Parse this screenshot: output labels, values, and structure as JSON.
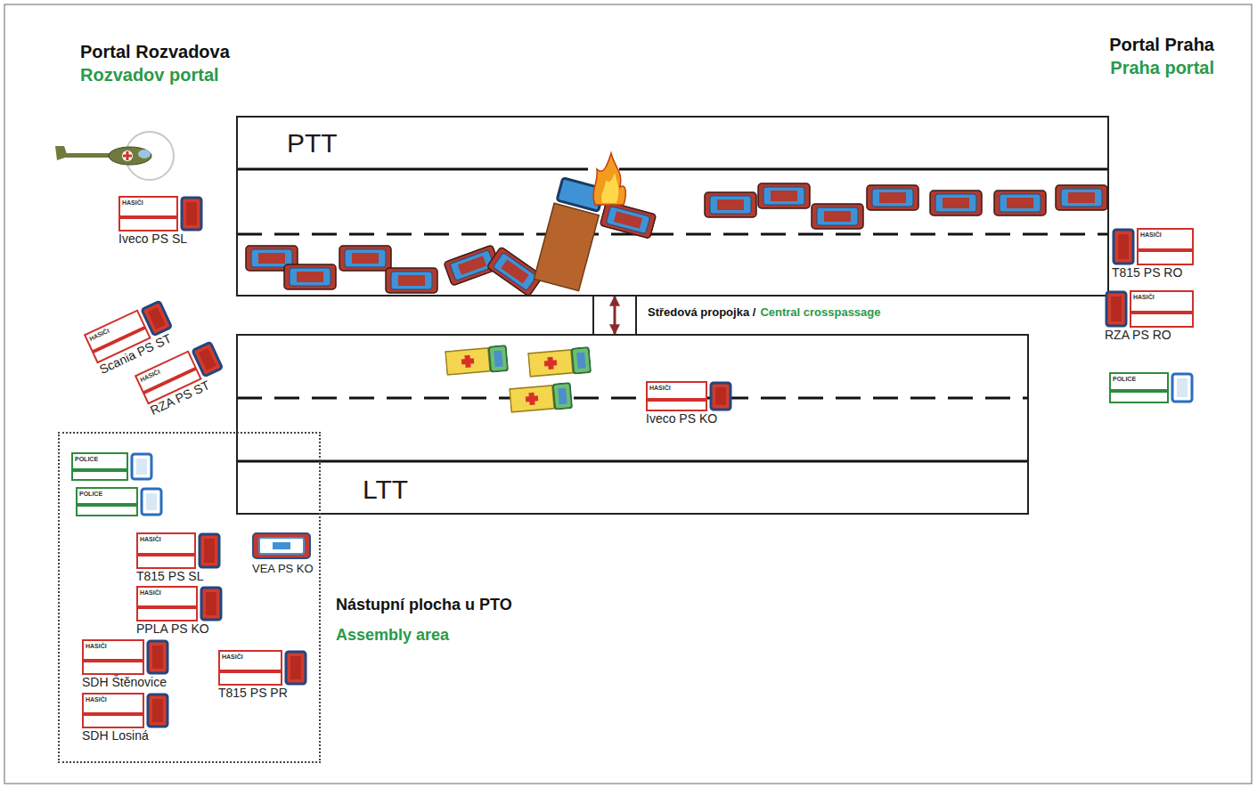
{
  "diagram": {
    "nodes": [
      {
        "text": [
          "PTT"
        ]
      },
      {
        "text": [
          "Středová propojka /",
          "Central crosspassage"
        ]
      },
      {
        "text": [
          "LTT"
        ]
      },
      {
        "text": [
          "HASIČI",
          "Iveco PS KO"
        ],
        "in": 2
      },
      {
        "text": [
          "Nástupní plocha u PTO",
          "Assembly area"
        ]
      },
      {
        "text": [
          "POLICE"
        ],
        "in": 4
      },
      {
        "text": [
          "POLICE"
        ],
        "in": 4
      },
      {
        "text": [
          "HASIČI",
          "T815 PS SL"
        ],
        "in": 4
      },
      {
        "text": [
          "VEA PS KO"
        ],
        "in": 4
      },
      {
        "text": [
          "HASIČI",
          "PPLA PS KO"
        ],
        "in": 4
      },
      {
        "text": [
          "HASIČI",
          "SDH Štěnovice"
        ],
        "in": 4
      },
      {
        "text": [
          "HASIČI",
          "T815 PS PR"
        ],
        "in": 4
      },
      {
        "text": [
          "HASIČI",
          "SDH Losiná"
        ],
        "in": 4
      },
      {
        "text": [
          "HASIČI",
          "Iveco PS SL"
        ]
      },
      {
        "text": [
          "HASIČI",
          "Scania PS ST"
        ]
      },
      {
        "text": [
          "HASIČI",
          "RZA PS ST"
        ]
      },
      {
        "text": [
          "HASIČI",
          "T815 PS RO"
        ]
      },
      {
        "text": [
          "HASIČI",
          "RZA PS RO"
        ]
      },
      {
        "text": [
          "POLICE"
        ]
      }
    ],
    "edges": [
      {
        "from": 0,
        "to": 2,
        "arrow": "both"
      }
    ],
    "labels": [
      "Portal Rozvadova",
      "Rozvadov portal",
      "Portal Praha",
      "Praha portal"
    ]
  }
}
